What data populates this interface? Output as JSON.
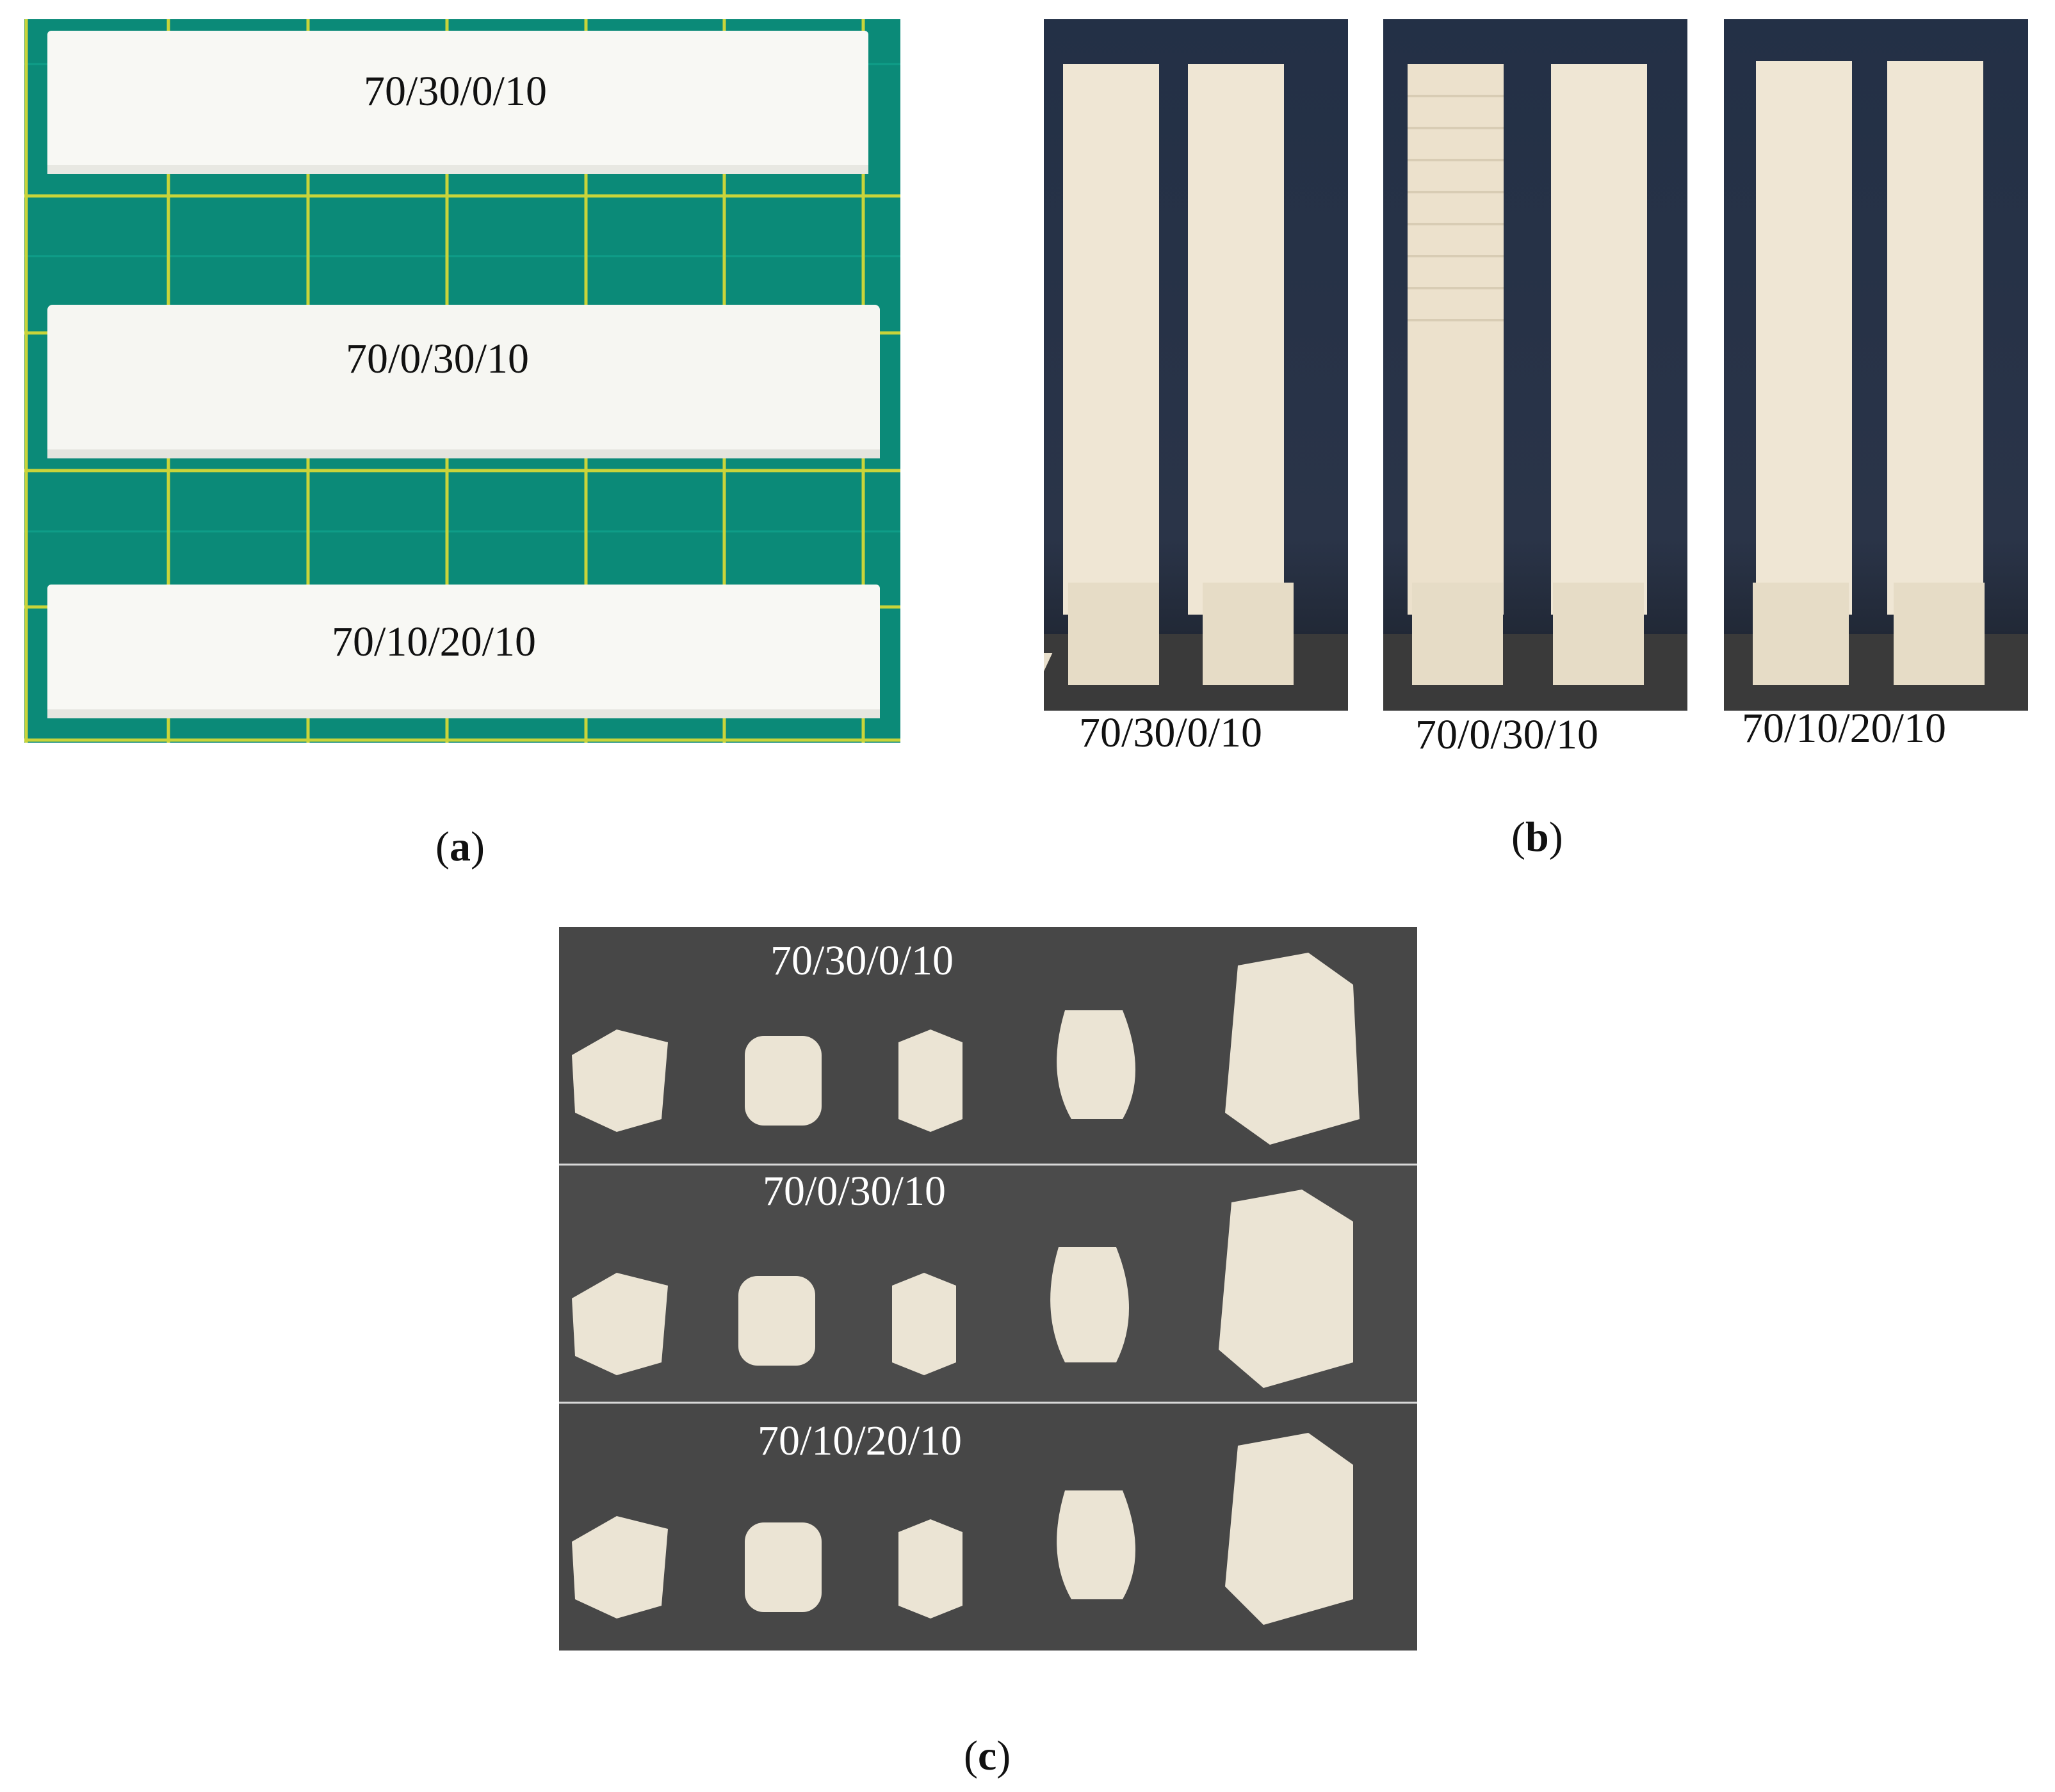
{
  "panel_a": {
    "strips": [
      "70/30/0/10",
      "70/0/30/10",
      "70/10/20/10"
    ],
    "caption_letter": "a"
  },
  "panel_b": {
    "labels": [
      "70/30/0/10",
      "70/0/30/10",
      "70/10/20/10"
    ],
    "caption_letter": "b"
  },
  "panel_c": {
    "rows": [
      "70/30/0/10",
      "70/0/30/10",
      "70/10/20/10"
    ],
    "caption_letter": "c"
  },
  "colors": {
    "cutting_mat": "#0b8a78",
    "grid_line": "#c9d43a",
    "strip_white": "#f8f8f4",
    "printed_cream": "#efe6d4",
    "studio_backdrop": "#273040",
    "dark_surface": "#4a4a4a"
  }
}
